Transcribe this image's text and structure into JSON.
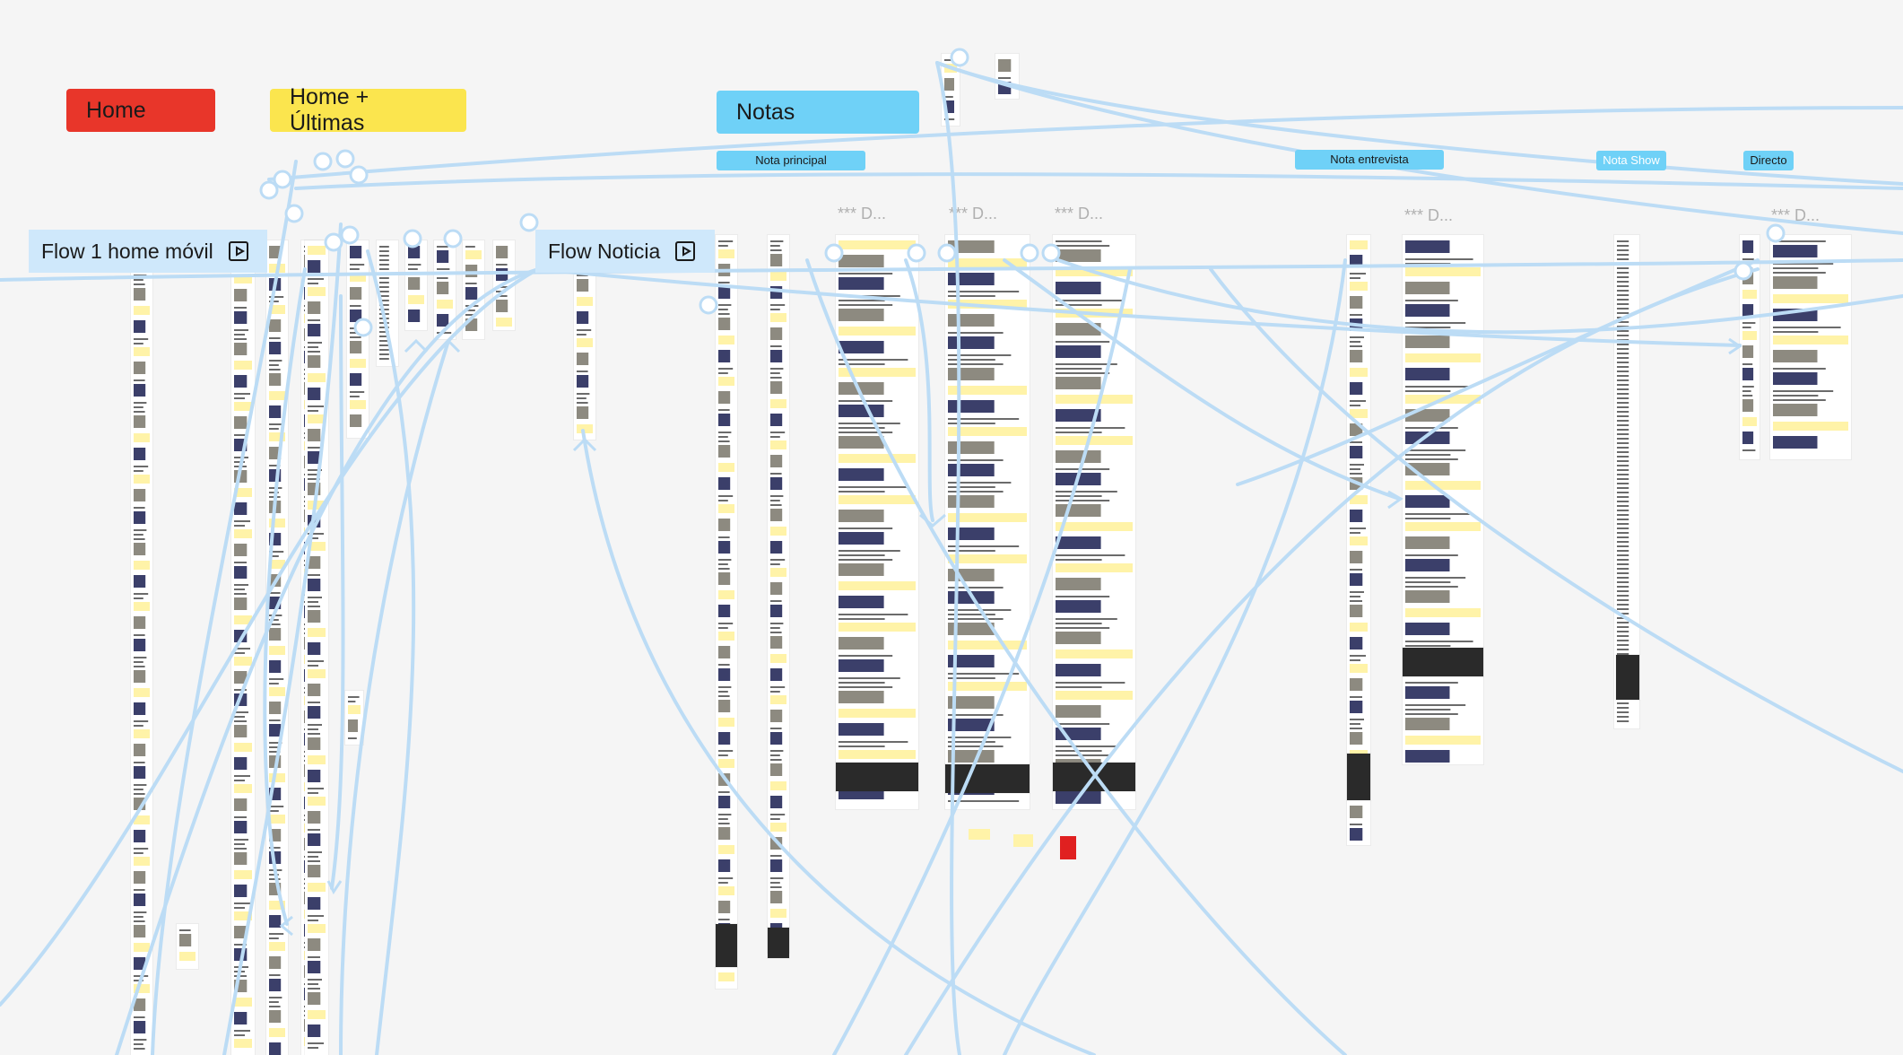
{
  "sections": {
    "home": {
      "label": "Home",
      "color": "#e8362a"
    },
    "home_ultimas": {
      "label": "Home + Últimas",
      "color": "#fbe54e"
    },
    "notas": {
      "label": "Notas",
      "color": "#6fd1f7"
    }
  },
  "sublabels": {
    "nota_principal": "Nota principal",
    "nota_entrevista": "Nota entrevista",
    "nota_show": "Nota Show",
    "directo": "Directo"
  },
  "flows": {
    "flow1": "Flow 1 home móvil",
    "flow_noticia": "Flow Noticia"
  },
  "frame_titles": {
    "t1": "*** D...",
    "t2": "*** D...",
    "t3": "*** D...",
    "t4": "*** D...",
    "t5": "*** D..."
  },
  "colors": {
    "connector": "#bcdcf5",
    "canvas_bg": "#f5f5f5",
    "dark_footer": "#2a2a2a",
    "sticky": "#fff3a8",
    "accent_red": "#e02020"
  },
  "icons": {
    "flow_play": "play-flow-icon"
  }
}
